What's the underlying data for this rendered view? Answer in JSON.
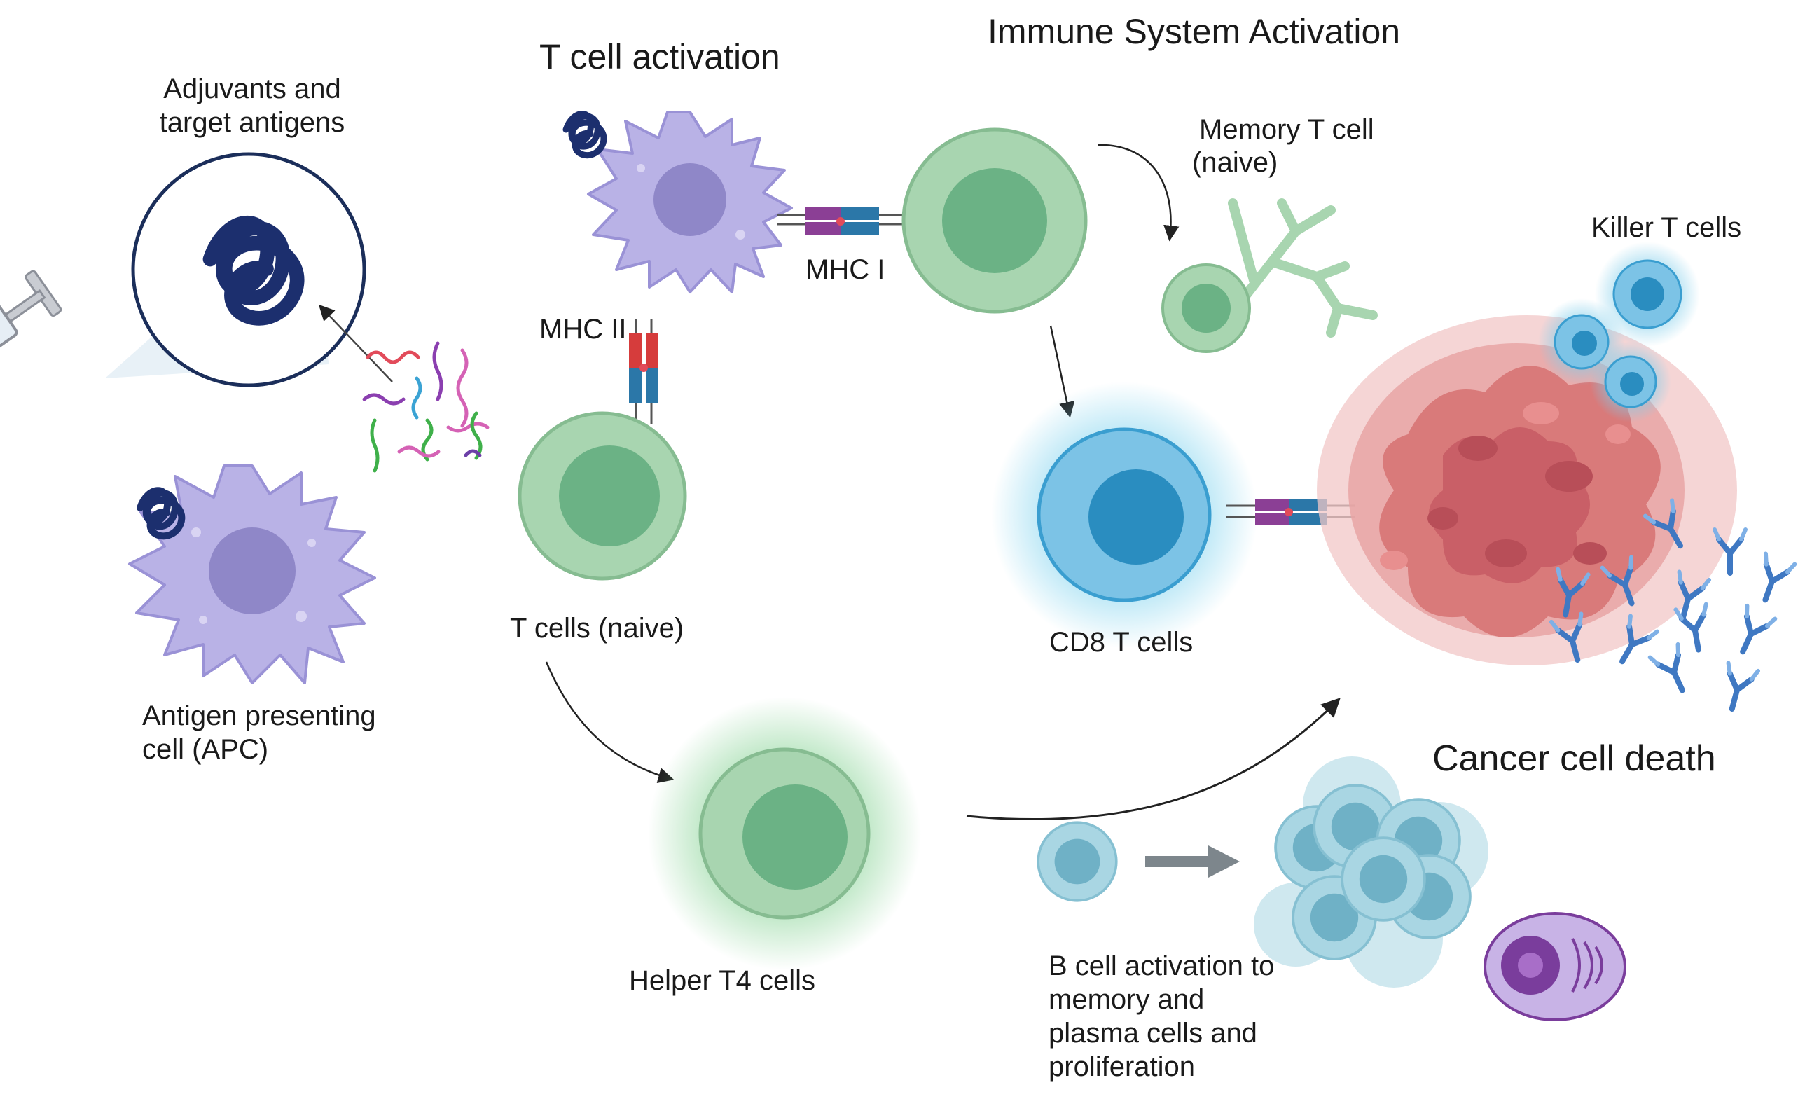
{
  "labels": {
    "adjuvants": [
      "Adjuvants and",
      "target antigens"
    ],
    "apc": [
      "Antigen presenting",
      "cell (APC)"
    ],
    "t_cell_activation": "T cell activation",
    "mhc_i": "MHC I",
    "mhc_ii": "MHC II",
    "t_cells_naive": "T cells (naive)",
    "helper_t4": "Helper T4 cells",
    "immune_system_activation": "Immune System Activation",
    "memory_t_cell": [
      "Memory T cell",
      "(naive)"
    ],
    "killer_t_cells": "Killer T cells",
    "cd8_t_cells": "CD8 T cells",
    "cancer_cell_death": "Cancer cell death",
    "b_cell_activation": [
      "B cell activation to",
      "memory and",
      "plasma cells and",
      "proliferation"
    ]
  },
  "colors": {
    "apc_body": "#b9b2e6",
    "apc_nucleus": "#8f87c8",
    "t_cell_body": "#a8d5b0",
    "t_cell_nucleus": "#6bb285",
    "cd8_body": "#7cc3e6",
    "cd8_nucleus": "#2a8dc0",
    "tumor": "#d97a7a",
    "tumor_dark": "#b84e58",
    "b_cell": "#a9d6e3",
    "b_cell_nucleus": "#6fb1c6",
    "antibody": "#3f78c2",
    "antigen_coil": "#1c2f6e",
    "plasma_body": "#c8b3e6",
    "plasma_nucleus": "#7a3d9c"
  },
  "icons": [
    "syringe-icon",
    "antigen-coil-icon",
    "antibody-icon",
    "receptor-icon",
    "tumor-icon"
  ]
}
